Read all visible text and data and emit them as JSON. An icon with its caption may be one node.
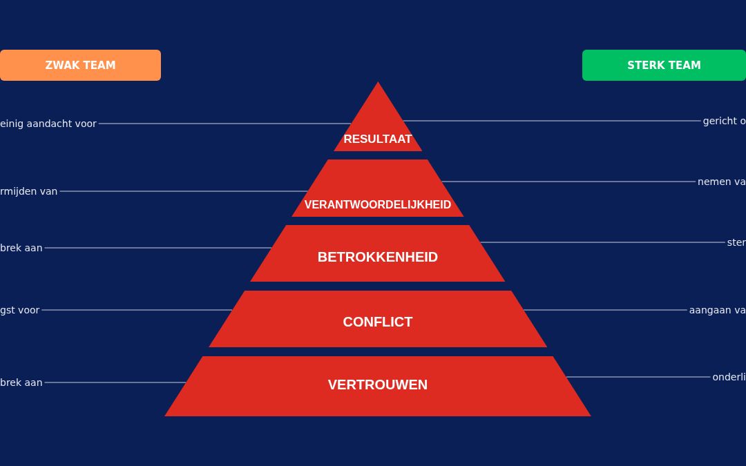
{
  "diagram": {
    "nodes": [
      {
        "text": [
          "ZWAK TEAM"
        ]
      },
      {
        "text": [
          "STERK TEAM"
        ]
      },
      {
        "text": [
          "RESULTAAT"
        ]
      },
      {
        "text": [
          "VERANTWOORDELIJKHEID"
        ]
      },
      {
        "text": [
          "BETROKKENHEID"
        ]
      },
      {
        "text": [
          "CONFLICT"
        ]
      },
      {
        "text": [
          "VERTROUWEN"
        ]
      },
      {
        "text": [
          "einig aandacht voor"
        ]
      },
      {
        "text": [
          "rmijden van"
        ]
      },
      {
        "text": [
          "brek aan"
        ]
      },
      {
        "text": [
          "gst voor"
        ]
      },
      {
        "text": [
          "brek aan"
        ]
      },
      {
        "text": [
          "gericht o"
        ]
      },
      {
        "text": [
          "nemen va"
        ]
      },
      {
        "text": [
          "ster"
        ]
      },
      {
        "text": [
          "aangaan va"
        ]
      },
      {
        "text": [
          "onderli"
        ]
      }
    ],
    "edges": [
      {
        "from": 7,
        "to": 2,
        "arrow": "none"
      },
      {
        "from": 8,
        "to": 3,
        "arrow": "none"
      },
      {
        "from": 9,
        "to": 4,
        "arrow": "none"
      },
      {
        "from": 10,
        "to": 5,
        "arrow": "none"
      },
      {
        "from": 11,
        "to": 6,
        "arrow": "none"
      },
      {
        "from": 2,
        "to": 12,
        "arrow": "none"
      },
      {
        "from": 3,
        "to": 13,
        "arrow": "none"
      },
      {
        "from": 4,
        "to": 14,
        "arrow": "none"
      },
      {
        "from": 5,
        "to": 15,
        "arrow": "none"
      },
      {
        "from": 6,
        "to": 16,
        "arrow": "none"
      }
    ]
  }
}
